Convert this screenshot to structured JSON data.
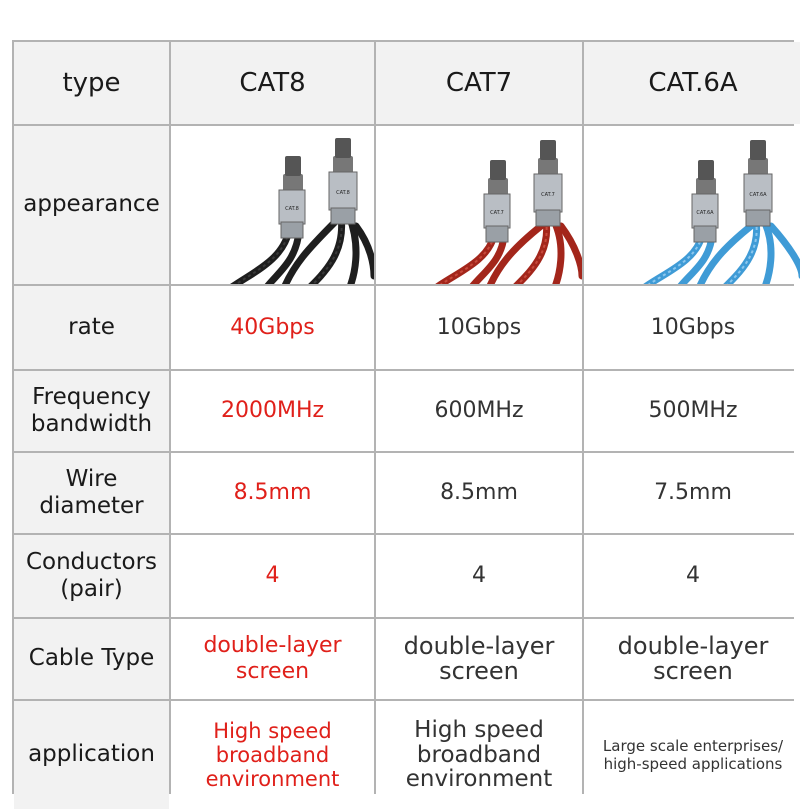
{
  "header": {
    "type": "type",
    "cat8": "CAT8",
    "cat7": "CAT7",
    "cat6a": "CAT.6A"
  },
  "rows": {
    "appearance": "appearance",
    "rate": "rate",
    "frequency": "Frequency\nbandwidth",
    "wire": "Wire\ndiameter",
    "conductors": "Conductors\n(pair)",
    "cable_type": "Cable Type",
    "application": "application"
  },
  "cat8": {
    "plug_label": "CAT.8",
    "rate": "40Gbps",
    "frequency": "2000MHz",
    "wire": "8.5mm",
    "conductors": "4",
    "cable_type": "double-layer\nscreen",
    "application": "High speed\nbroadband\nenvironment"
  },
  "cat7": {
    "plug_label": "CAT.7",
    "rate": "10Gbps",
    "frequency": "600MHz",
    "wire": "8.5mm",
    "conductors": "4",
    "cable_type": "double-layer\nscreen",
    "application": "High speed\nbroadband\nenvironment"
  },
  "cat6a": {
    "plug_label": "CAT.6A",
    "rate": "10Gbps",
    "frequency": "500MHz",
    "wire": "7.5mm",
    "conductors": "4",
    "cable_type": "double-layer\nscreen",
    "application": "Large scale enterprises/\nhigh-speed applications"
  },
  "colors": {
    "highlight": "#e0201a",
    "cable_cat8": "#1e1e1e",
    "cable_cat7": "#a3261b",
    "cable_cat6a": "#3f9bd6",
    "plug_metal": "#b9bec4"
  }
}
